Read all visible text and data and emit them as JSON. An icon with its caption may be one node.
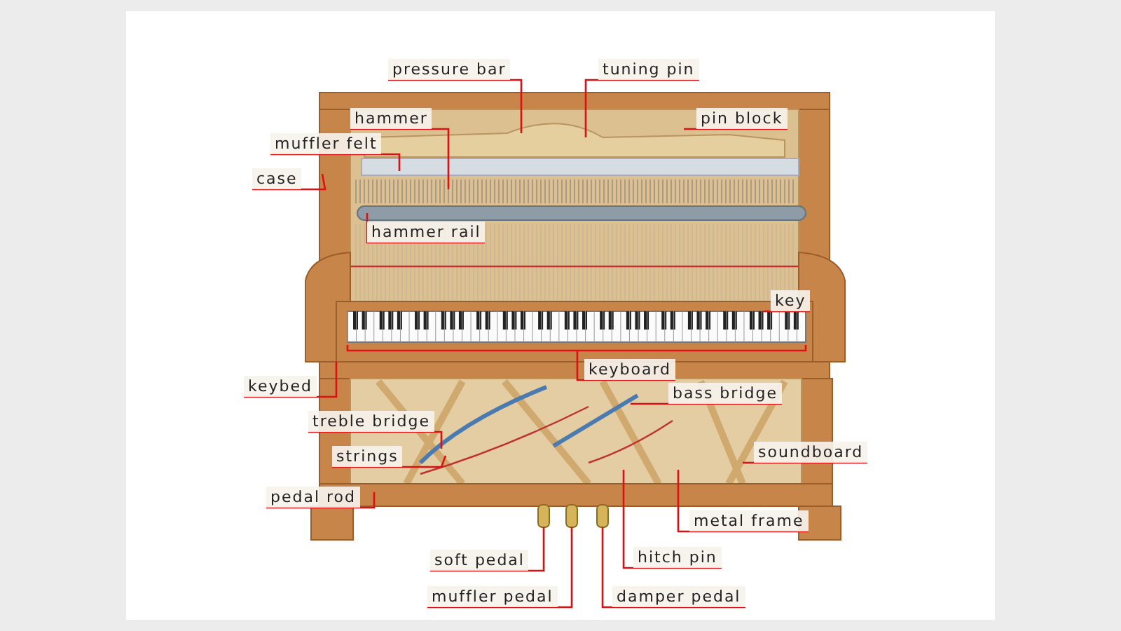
{
  "diagram": {
    "nodes": [
      {
        "text": [
          "pressure bar"
        ]
      },
      {
        "text": [
          "tuning pin"
        ]
      },
      {
        "text": [
          "hammer"
        ]
      },
      {
        "text": [
          "pin block"
        ]
      },
      {
        "text": [
          "muffler felt"
        ]
      },
      {
        "text": [
          "case"
        ]
      },
      {
        "text": [
          "hammer rail"
        ]
      },
      {
        "text": [
          "key"
        ]
      },
      {
        "text": [
          "keyboard"
        ]
      },
      {
        "text": [
          "keybed"
        ]
      },
      {
        "text": [
          "bass bridge"
        ]
      },
      {
        "text": [
          "treble bridge"
        ]
      },
      {
        "text": [
          "strings"
        ]
      },
      {
        "text": [
          "soundboard"
        ]
      },
      {
        "text": [
          "pedal rod"
        ]
      },
      {
        "text": [
          "metal frame"
        ]
      },
      {
        "text": [
          "soft pedal"
        ]
      },
      {
        "text": [
          "hitch pin"
        ]
      },
      {
        "text": [
          "muffler pedal"
        ]
      },
      {
        "text": [
          "damper pedal"
        ]
      }
    ],
    "edges": [
      {
        "from": 0,
        "to": null,
        "arrow": "none"
      },
      {
        "from": 1,
        "to": null,
        "arrow": "none"
      },
      {
        "from": 2,
        "to": null,
        "arrow": "none"
      },
      {
        "from": 3,
        "to": null,
        "arrow": "none"
      },
      {
        "from": 4,
        "to": null,
        "arrow": "none"
      },
      {
        "from": 5,
        "to": null,
        "arrow": "none"
      },
      {
        "from": 6,
        "to": null,
        "arrow": "none"
      },
      {
        "from": 7,
        "to": null,
        "arrow": "none"
      },
      {
        "from": 8,
        "to": null,
        "arrow": "none"
      },
      {
        "from": 9,
        "to": null,
        "arrow": "none"
      },
      {
        "from": 10,
        "to": null,
        "arrow": "none"
      },
      {
        "from": 11,
        "to": null,
        "arrow": "none"
      },
      {
        "from": 12,
        "to": null,
        "arrow": "none"
      },
      {
        "from": 13,
        "to": null,
        "arrow": "none"
      },
      {
        "from": 14,
        "to": null,
        "arrow": "none"
      },
      {
        "from": 15,
        "to": null,
        "arrow": "none"
      },
      {
        "from": 16,
        "to": null,
        "arrow": "none"
      },
      {
        "from": 17,
        "to": null,
        "arrow": "none"
      },
      {
        "from": 18,
        "to": null,
        "arrow": "none"
      },
      {
        "from": 19,
        "to": null,
        "arrow": "none"
      }
    ]
  }
}
